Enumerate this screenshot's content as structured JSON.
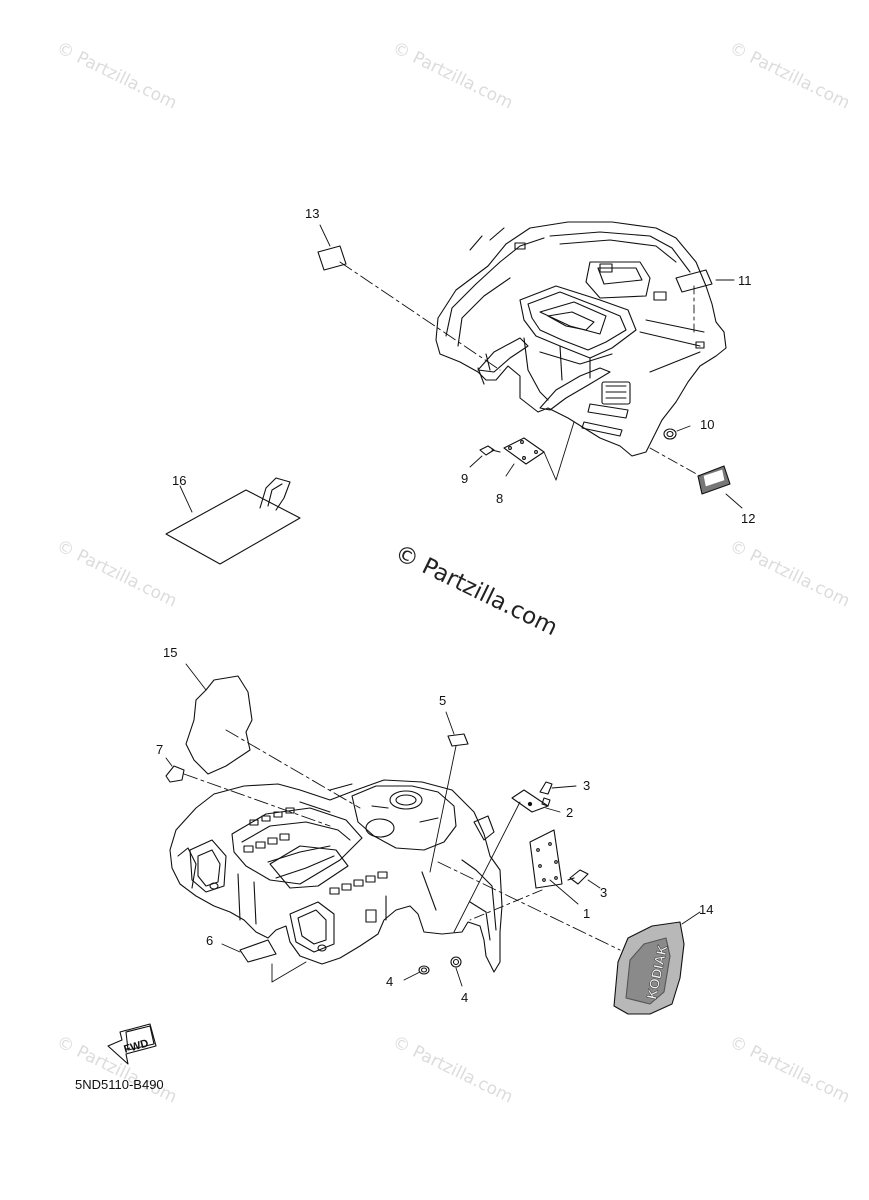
{
  "watermark": {
    "text": "© Partzilla.com",
    "center_text": "© Partzilla.com"
  },
  "diagram_code": "5ND5110-B490",
  "fwd_label": "FWD",
  "brand_decal_text": "KODIAK",
  "callouts": {
    "c1": "1",
    "c2": "2",
    "c3a": "3",
    "c3b": "3",
    "c4a": "4",
    "c4b": "4",
    "c5": "5",
    "c6": "6",
    "c7": "7",
    "c8": "8",
    "c9": "9",
    "c10": "10",
    "c11": "11",
    "c12": "12",
    "c13": "13",
    "c14": "14",
    "c15": "15",
    "c16": "16"
  }
}
